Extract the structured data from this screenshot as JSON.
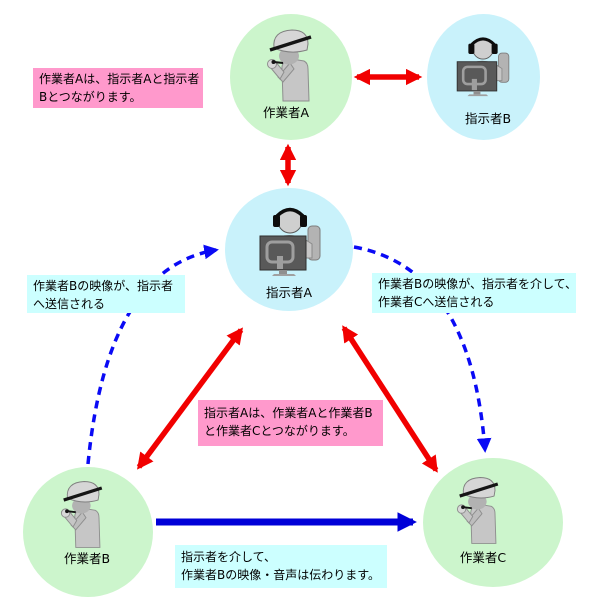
{
  "colors": {
    "worker_fill": "#ccf5cc",
    "instr_fill": "#c9f2fb",
    "pink": "#ff99cc",
    "cyan": "#ccffff",
    "red": "#f10000",
    "blue": "#0000d8",
    "blue_dash": "#0a0af5",
    "text": "#000000"
  },
  "nodes": {
    "worker_a": {
      "label": "作業者A",
      "type": "worker"
    },
    "instructor_b": {
      "label": "指示者B",
      "type": "instructor"
    },
    "instructor_a": {
      "label": "指示者A",
      "type": "instructor"
    },
    "worker_b": {
      "label": "作業者B",
      "type": "worker"
    },
    "worker_c": {
      "label": "作業者C",
      "type": "worker"
    }
  },
  "callouts": {
    "worker_a_connections": {
      "lines": [
        "作業者Aは、指示者Aと指示者",
        "Bとつながります。"
      ]
    },
    "video_to_instructor": {
      "lines": [
        "作業者Bの映像が、指示者",
        "へ送信される"
      ]
    },
    "video_via_instructor": {
      "lines": [
        "作業者Bの映像が、指示者を介して、",
        "作業者Cへ送信される"
      ]
    },
    "instructor_a_connections": {
      "lines": [
        "指示者Aは、作業者Aと作業者B",
        "と作業者Cとつながります。"
      ]
    },
    "via_instructor_av": {
      "lines": [
        "指示者を介して、",
        "作業者Bの映像・音声は伝わります。"
      ]
    }
  },
  "edges": [
    {
      "from": "worker_a",
      "to": "instructor_b",
      "style": "red-double-arrow"
    },
    {
      "from": "worker_a",
      "to": "instructor_a",
      "style": "red-double-arrow"
    },
    {
      "from": "instructor_a",
      "to": "worker_b",
      "style": "red-double-arrow"
    },
    {
      "from": "instructor_a",
      "to": "worker_c",
      "style": "red-double-arrow"
    },
    {
      "from": "worker_b",
      "to": "worker_c",
      "style": "blue-solid-arrow"
    },
    {
      "from": "worker_b",
      "to": "instructor_a",
      "style": "blue-dashed-curve"
    },
    {
      "from": "instructor_a",
      "to": "worker_c",
      "style": "blue-dashed-curve"
    }
  ]
}
